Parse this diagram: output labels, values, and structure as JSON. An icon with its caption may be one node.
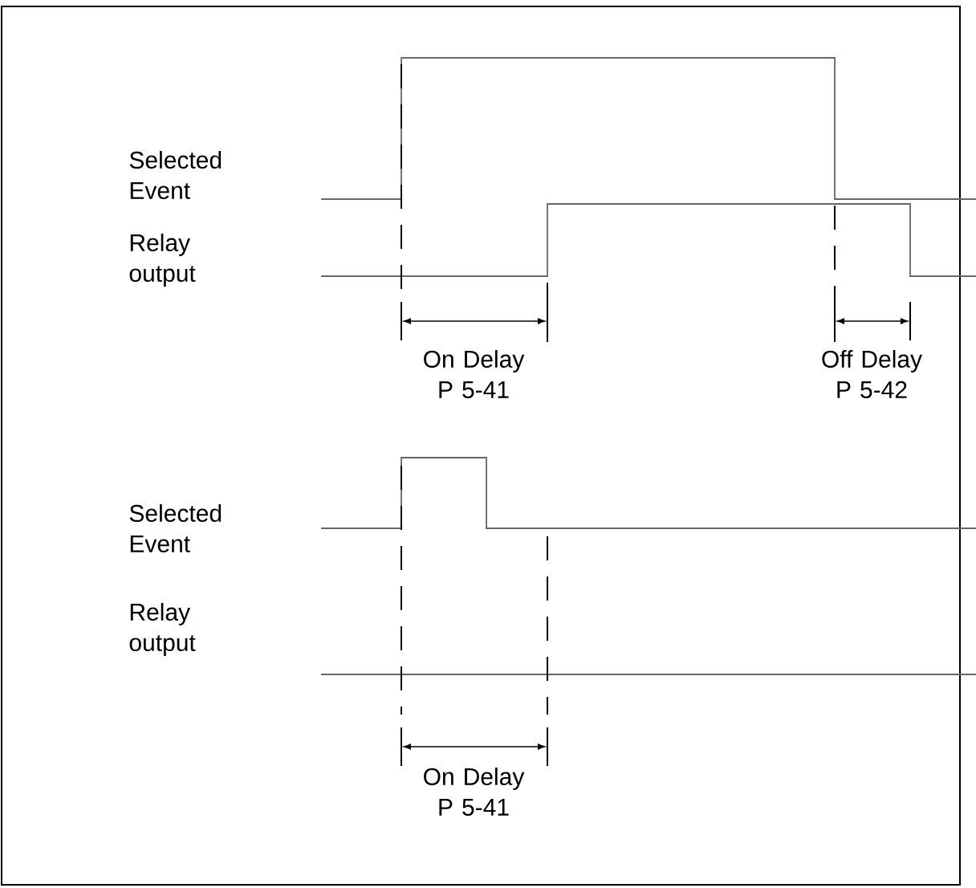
{
  "diagram": {
    "labels": [
      "Selected Event",
      "Relay output",
      "On Delay P 5-41",
      "Off Delay P 5-42",
      "Selected Event",
      "Relay output",
      "On Delay P 5-41"
    ]
  }
}
